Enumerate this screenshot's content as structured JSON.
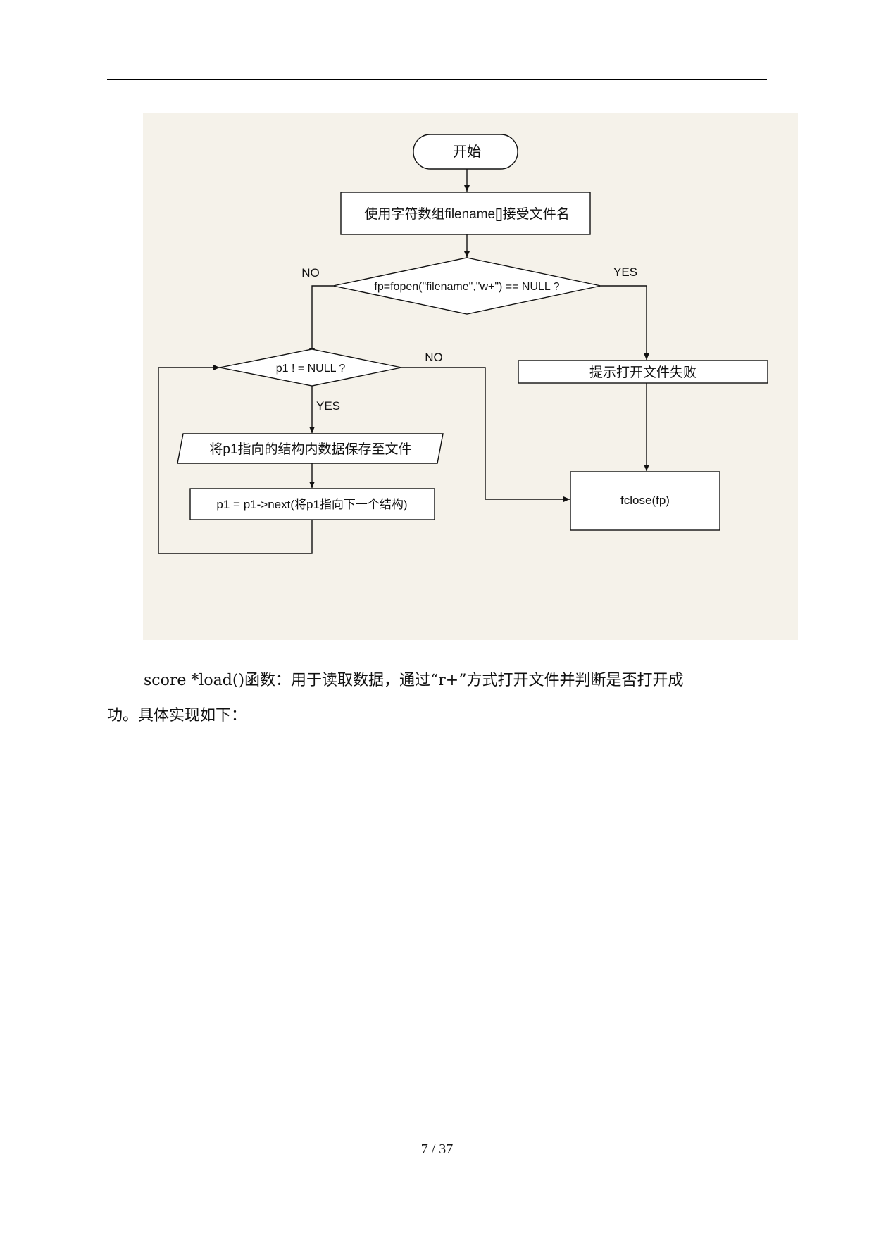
{
  "flowchart": {
    "start": "开始",
    "input": "使用字符数组filename[]接受文件名",
    "decision_open": "fp=fopen(\"filename\",\"w+\") == NULL ?",
    "no_label_1": "NO",
    "yes_label_1": "YES",
    "fail_msg": "提示打开文件失败",
    "decision_loop": "p1 ! = NULL ?",
    "no_label_2": "NO",
    "yes_label_2": "YES",
    "save": "将p1指向的结构内数据保存至文件",
    "next": "p1 = p1->next(将p1指向下一个结构)",
    "close": "fclose(fp)"
  },
  "paragraph": {
    "line1": "score *load()函数：用于读取数据，通过“r+”方式打开文件并判断是否打开成",
    "line2": "功。具体实现如下："
  },
  "page_number": "7 / 37"
}
